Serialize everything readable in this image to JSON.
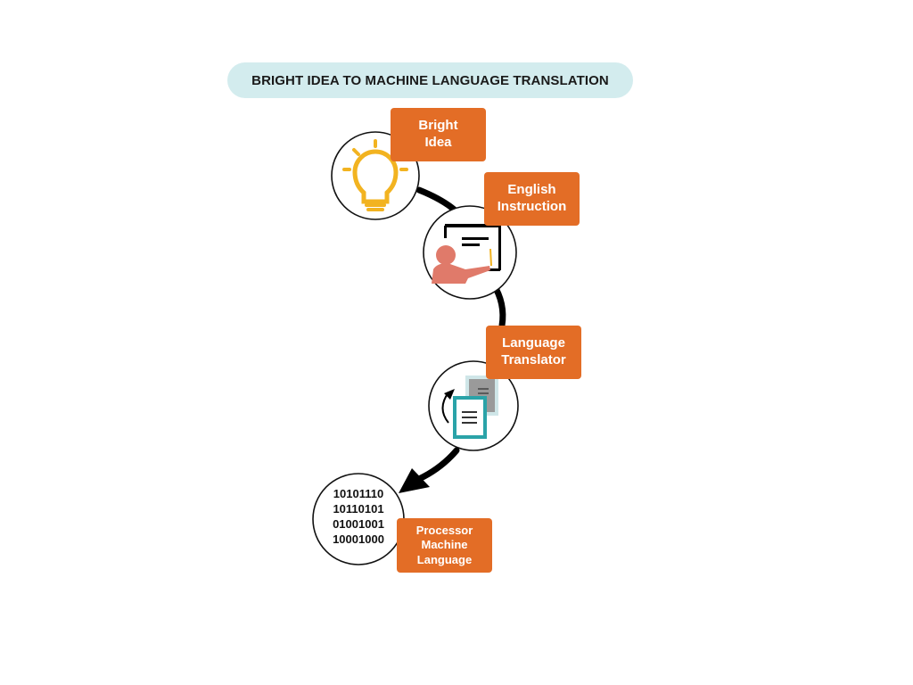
{
  "title": "BRIGHT IDEA TO MACHINE LANGUAGE TRANSLATION",
  "steps": [
    {
      "label": "Bright\nIdea",
      "icon": "lightbulb-icon"
    },
    {
      "label": "English\nInstruction",
      "icon": "presenter-icon"
    },
    {
      "label": "Language\nTranslator",
      "icon": "document-conversion-icon"
    },
    {
      "label": "Processor\nMachine\nLanguage",
      "icon": "binary-code-icon"
    }
  ],
  "binary_lines": [
    "10101110",
    "10110101",
    "01001001",
    "10001000"
  ],
  "colors": {
    "label_bg": "#e36d26",
    "title_bg": "#d3ecee",
    "bulb": "#f2b320",
    "person": "#e07a6a",
    "doc_teal": "#2aa3a8",
    "doc_gray": "#9a9a9a",
    "arrow": "#000000"
  }
}
